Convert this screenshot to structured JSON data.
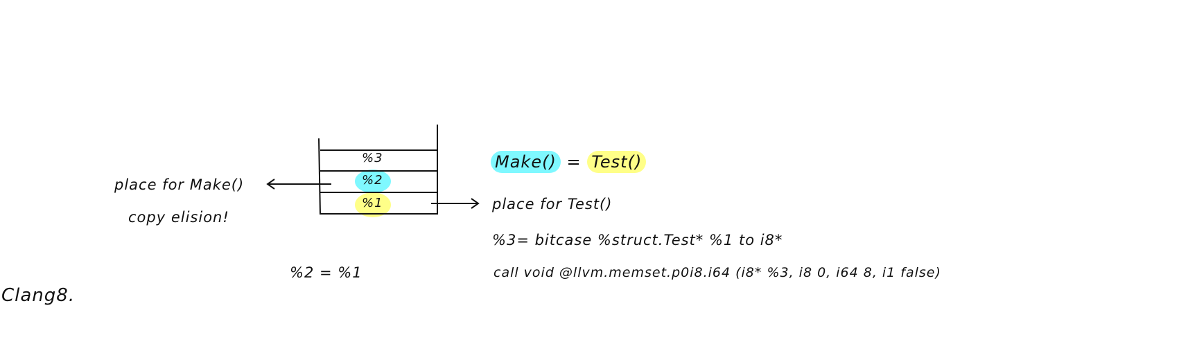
{
  "stack": {
    "slots": [
      "%3",
      "%2",
      "%1"
    ]
  },
  "left_notes": {
    "line1": "place for Make()",
    "line2": "copy elision!"
  },
  "equation_below": "%2 = %1",
  "footer_label": "Clang8.",
  "right_notes": {
    "make": "Make()",
    "equals": "=",
    "test": "Test()",
    "line1": "place for Test()",
    "line2": "%3= bitcase %struct.Test* %1 to i8*",
    "line3": "call void @llvm.memset.p0i8.i64 (i8* %3, i8 0, i64 8, i1 false)"
  },
  "colors": {
    "cyan": "#7ff8ff",
    "yellow": "#ffff88"
  }
}
